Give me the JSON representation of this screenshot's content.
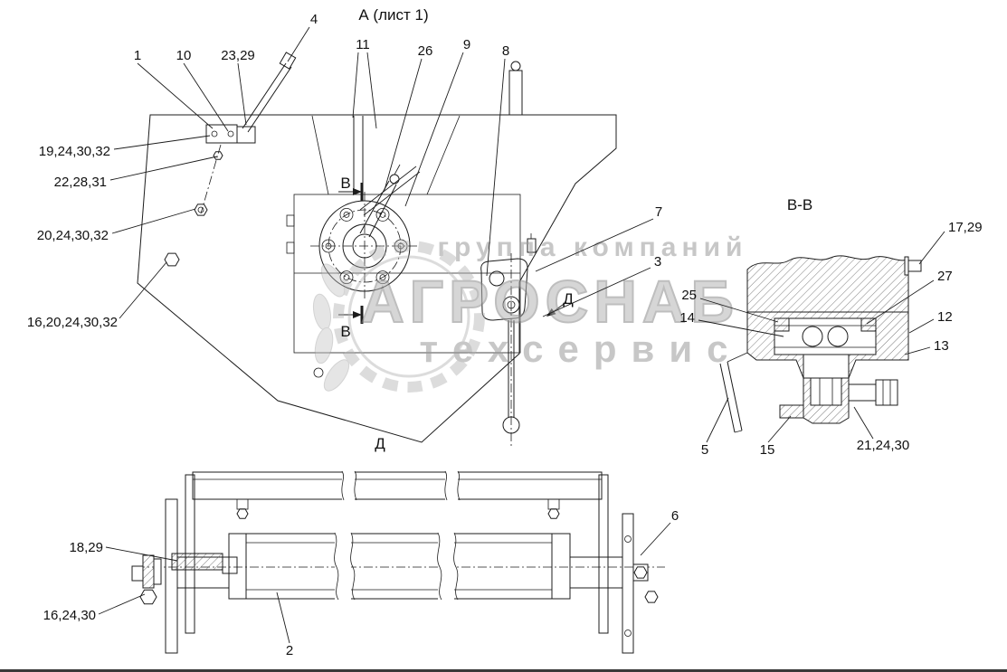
{
  "page": {
    "title": "А (лист 1)",
    "bg": "#ffffff",
    "line_color": "#1c1c1c"
  },
  "watermark": {
    "line1": "группа компаний",
    "line2": "АГРОСНАБ",
    "line3": "техсервис",
    "color": "#9b9b9b"
  },
  "view_labels": {
    "section_bb": "В-В",
    "section_b": "В",
    "view_d_arrow": "Д",
    "view_d_title": "Д"
  },
  "callouts": {
    "p1": "1",
    "p10": "10",
    "p23_29": "23,29",
    "p4": "4",
    "p11": "11",
    "p26": "26",
    "p9": "9",
    "p8": "8",
    "p19_24_30_32": "19,24,30,32",
    "p22_28_31": "22,28,31",
    "p20_24_30_32": "20,24,30,32",
    "p16_20_24_30_32": "16,20,24,30,32",
    "p7": "7",
    "p3": "3",
    "p17_29": "17,29",
    "p27": "27",
    "p25": "25",
    "p14": "14",
    "p12": "12",
    "p13": "13",
    "p5": "5",
    "p15": "15",
    "p21_24_30": "21,24,30",
    "p18_29": "18,29",
    "p16_24_30": "16,24,30",
    "p2": "2",
    "p6": "6"
  }
}
